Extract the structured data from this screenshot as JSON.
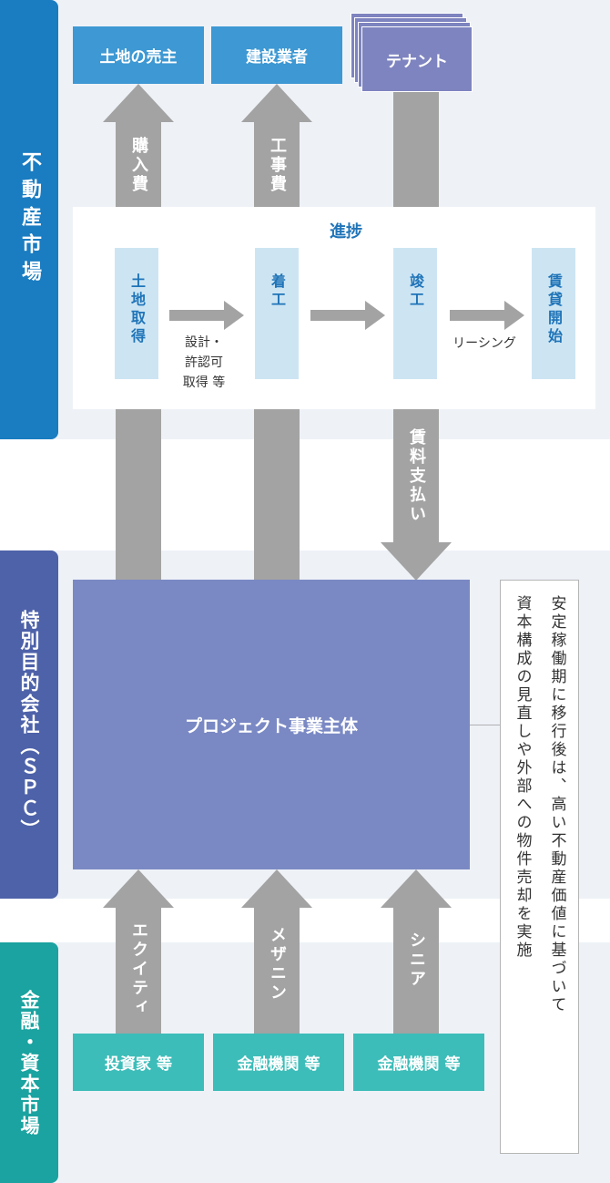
{
  "sides": {
    "real_estate": "不動産市場",
    "spc": "特別目的会社（ＳＰＣ）",
    "capital": "金融・資本市場"
  },
  "top_boxes": {
    "land_seller": "土地の売主",
    "contractor": "建設業者",
    "tenant": "テナント"
  },
  "arrows": {
    "purchase": "購入費",
    "construction": "工事費",
    "rent": "賃料支払い",
    "equity": "エクイティ",
    "mezzanine": "メザニン",
    "senior": "シニア"
  },
  "progress": {
    "title": "進捗",
    "stages": [
      "土地取得",
      "着工",
      "竣工",
      "賃貸開始"
    ],
    "step1_note": [
      "設計・",
      "許認可",
      "取得 等"
    ],
    "step3_note": "リーシング"
  },
  "main_box": "プロジェクト事業主体",
  "bottom_boxes": {
    "investors": "投資家 等",
    "financial1": "金融機関 等",
    "financial2": "金融機関 等"
  },
  "note": [
    "安定稼働期に移行後は、高い不動産価値に基づいて",
    "資本構成の見直しや外部への物件売却を実施"
  ],
  "colors": {
    "real_estate_side": "#1a7cc1",
    "spc_side": "#4e62a9",
    "capital_side": "#1aa3a0",
    "top_box": "#3d98d3",
    "tenant_box": "#7e84bf",
    "main_box": "#7a89c4",
    "bottom_box": "#3dbdb9",
    "arrow": "#a3a3a3"
  }
}
